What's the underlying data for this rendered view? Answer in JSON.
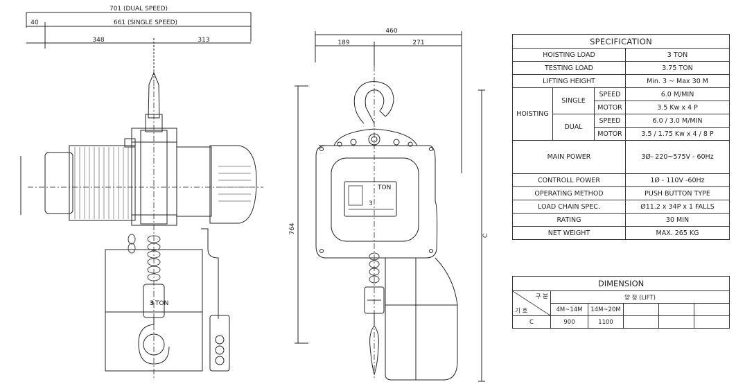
{
  "dimensions": {
    "dual_speed_width": "701 (DUAL SPEED)",
    "single_speed_width": "661 (SINGLE SPEED)",
    "left_offset": "40",
    "left_part": "348",
    "right_part": "313",
    "side_total": "460",
    "side_left": "189",
    "side_right": "271",
    "height": "764",
    "height_c": "C"
  },
  "nameplate": {
    "ton_label": "TON",
    "capacity": "3"
  },
  "hook_block_label": "3",
  "hook_block_ton": "TON",
  "spec": {
    "title": "SPECIFICATION",
    "rows": [
      {
        "label": "HOISTING LOAD",
        "value": "3 TON"
      },
      {
        "label": "TESTING LOAD",
        "value": "3.75  TON"
      },
      {
        "label": "LIFTING HEIGHT",
        "value": "Min. 3 ~ Max 30 M"
      }
    ],
    "hoisting": {
      "label": "HOISTING",
      "single": "SINGLE",
      "dual": "DUAL",
      "speed": "SPEED",
      "motor": "MOTOR",
      "single_speed": "6.0 M/MIN",
      "single_motor": "3.5 Kw x 4 P",
      "dual_speed": "6.0 / 3.0 M/MIN",
      "dual_motor": "3.5 / 1.75 Kw x 4 / 8 P"
    },
    "main_power": {
      "label": "MAIN POWER",
      "value": "3Ø- 220~575V - 60Hz"
    },
    "rows2": [
      {
        "label": "CONTROLL POWER",
        "value": "1Ø - 110V -60Hz"
      },
      {
        "label": "OPERATING METHOD",
        "value": "PUSH BUTTON TYPE"
      },
      {
        "label": "LOAD CHAIN SPEC.",
        "value": "Ø11.2 x 34P x 1 FALLS"
      },
      {
        "label": "RATING",
        "value": "30 MIN"
      },
      {
        "label": "NET WEIGHT",
        "value": "MAX. 265 KG"
      }
    ]
  },
  "dim_table": {
    "title": "DIMENSION",
    "corner_top": "구 분",
    "corner_bottom": "기 호",
    "lift_header": "양 정 (LIFT)",
    "ranges": [
      "4M~14M",
      "14M~20M",
      "",
      "",
      "",
      ""
    ],
    "symbol": "C",
    "values": [
      "900",
      "1100",
      "",
      "",
      "",
      ""
    ]
  }
}
